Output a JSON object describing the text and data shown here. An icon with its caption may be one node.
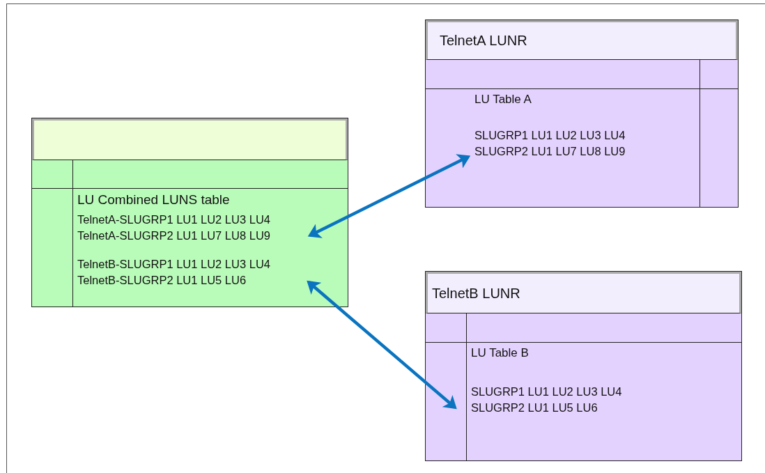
{
  "diagram": {
    "nodes": [
      {
        "text": [
          "LU Combined LUNS table",
          "TelnetA-SLUGRP1 LU1 LU2 LU3 LU4",
          "TelnetA-SLUGRP2 LU1 LU7 LU8 LU9",
          "TelnetB-SLUGRP1 LU1 LU2 LU3 LU4",
          "TelnetB-SLUGRP2 LU1 LU5 LU6"
        ]
      },
      {
        "text": [
          "TelnetA LUNR",
          "LU Table A",
          "SLUGRP1 LU1 LU2 LU3 LU4",
          "SLUGRP2 LU1 LU7 LU8 LU9"
        ]
      },
      {
        "text": [
          "TelnetB LUNR",
          "LU Table B",
          "SLUGRP1 LU1 LU2 LU3 LU4",
          "SLUGRP2 LU1 LU5 LU6"
        ]
      }
    ],
    "edges": [
      {
        "from": 0,
        "to": 1,
        "arrow": "both"
      },
      {
        "from": 0,
        "to": 2,
        "arrow": "both"
      }
    ]
  }
}
